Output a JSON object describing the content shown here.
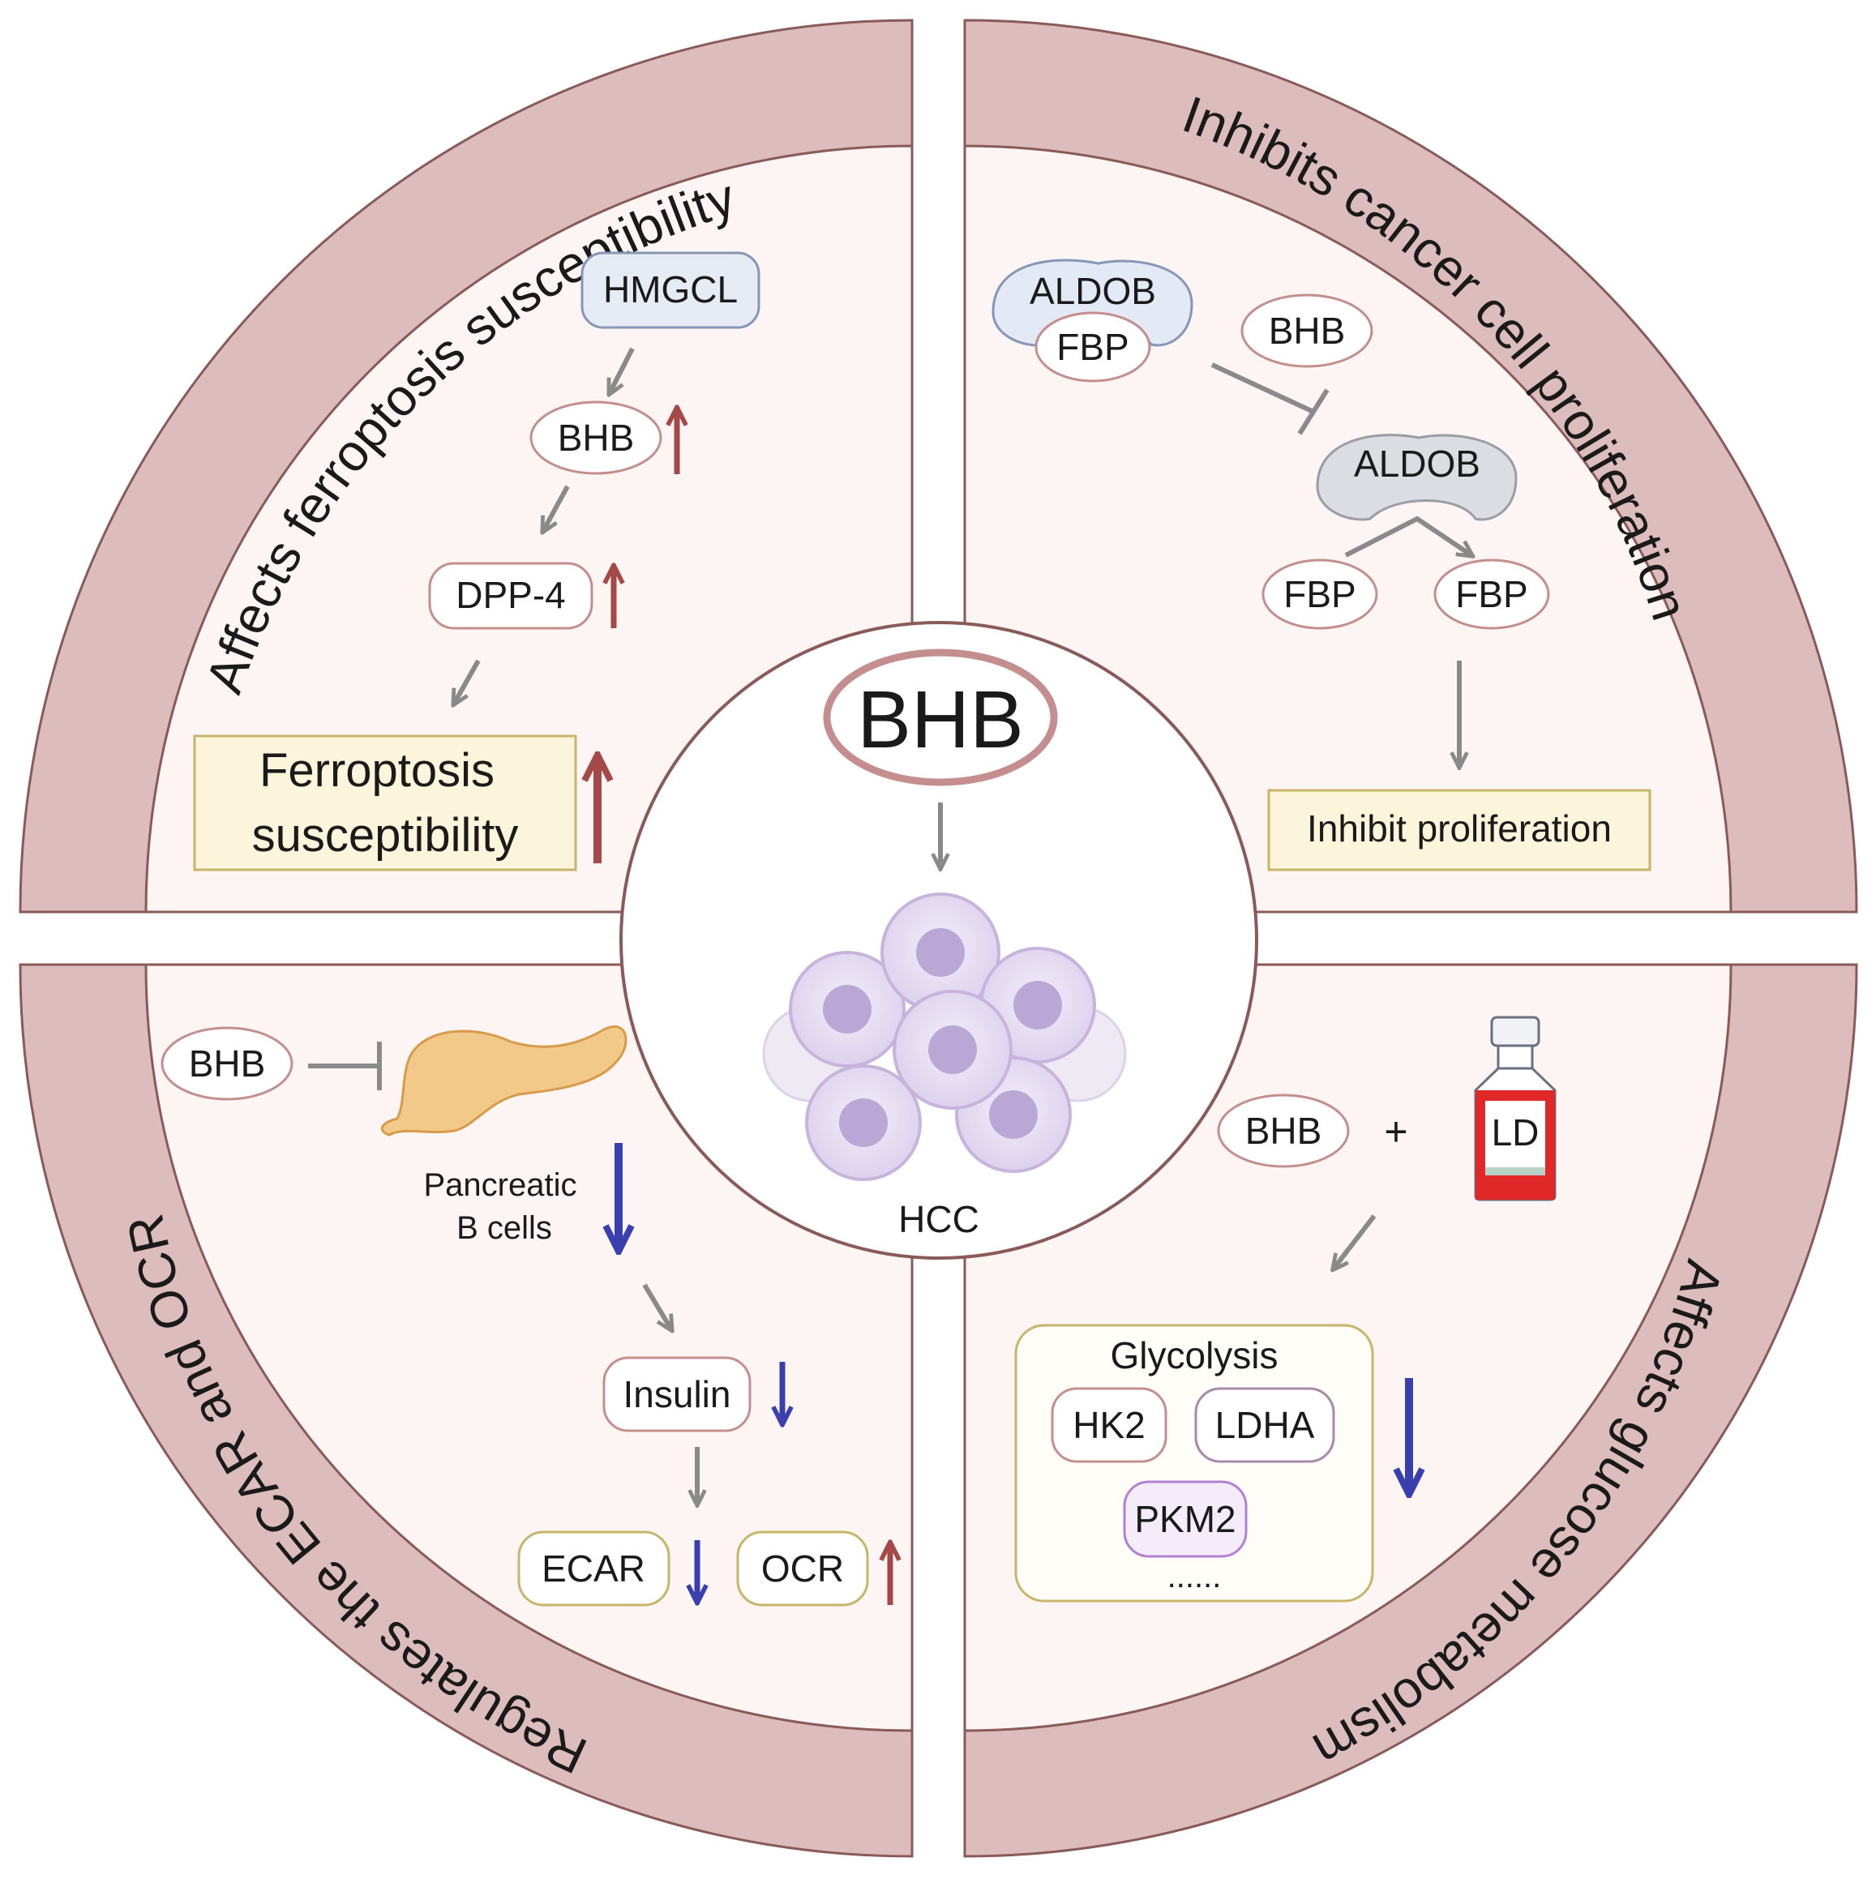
{
  "center": {
    "molecule": "BHB",
    "target": "HCC"
  },
  "quadrants": {
    "ferroptosis": {
      "title": "Affects ferroptosis susceptibility",
      "hmgcl": "HMGCL",
      "bhb": "BHB",
      "dpp4": "DPP-4",
      "outcome_line1": "Ferroptosis",
      "outcome_line2": "susceptibility"
    },
    "proliferation": {
      "title": "Inhibits cancer cell proliferation",
      "aldob_complex": "ALDOB",
      "fbp_complex": "FBP",
      "bhb": "BHB",
      "aldob": "ALDOB",
      "fbp_left": "FBP",
      "fbp_right": "FBP",
      "outcome": "Inhibit proliferation"
    },
    "ecar_ocr": {
      "title": "Regulates the ECAR and OCR",
      "bhb": "BHB",
      "pancreas_line1": "Pancreatic",
      "pancreas_line2": "B cells",
      "insulin": "Insulin",
      "ecar": "ECAR",
      "ocr": "OCR"
    },
    "glucose": {
      "title": "Affects glucose metabolism",
      "bhb": "BHB",
      "plus": "+",
      "ld": "LD",
      "glycolysis": "Glycolysis",
      "hk2": "HK2",
      "ldha": "LDHA",
      "pkm2": "PKM2",
      "ellipsis": "......"
    }
  },
  "colors": {
    "ring": "#dcbcbc",
    "ring_stroke": "#8a5a5a",
    "panel_bg": "#fcf5f3",
    "up_arrow": "#a44848",
    "down_arrow": "#3a3fb0",
    "gray_arrow": "#8a8a8a",
    "outcome_box": "#fbf5dc",
    "outcome_box_stroke": "#c8b56a",
    "oval_stroke": "#b86868",
    "bottle_red": "#e02828"
  }
}
